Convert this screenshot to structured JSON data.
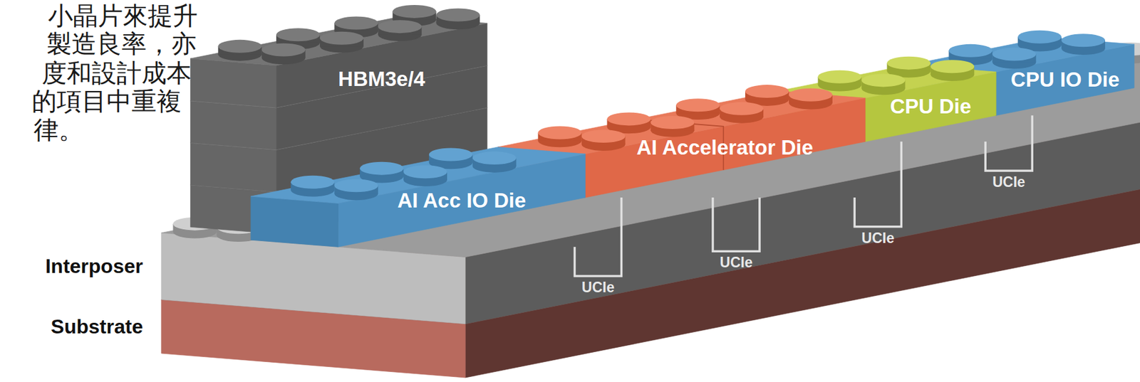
{
  "diagram": {
    "nodes": [
      {
        "text": [
          "HBM3e/4"
        ]
      },
      {
        "text": [
          "AI Acc IO Die"
        ]
      },
      {
        "text": [
          "AI Accelerator Die"
        ]
      },
      {
        "text": [
          "CPU Die"
        ]
      },
      {
        "text": [
          "CPU IO Die"
        ]
      },
      {
        "text": [
          "Interposer"
        ]
      },
      {
        "text": [
          "Substrate"
        ]
      }
    ],
    "edges": [
      {
        "from": 1,
        "to": 2,
        "arrow": "none",
        "label": "UCIe"
      },
      {
        "from": 2,
        "to": 3,
        "arrow": "none",
        "label": "UCIe"
      },
      {
        "from": 3,
        "to": 4,
        "arrow": "none",
        "label": "UCIe"
      }
    ],
    "labels": [
      "小晶片來提升",
      "製造良率，亦",
      "度和設計成本",
      "的項目中重複",
      "律。",
      "UCIe"
    ]
  }
}
